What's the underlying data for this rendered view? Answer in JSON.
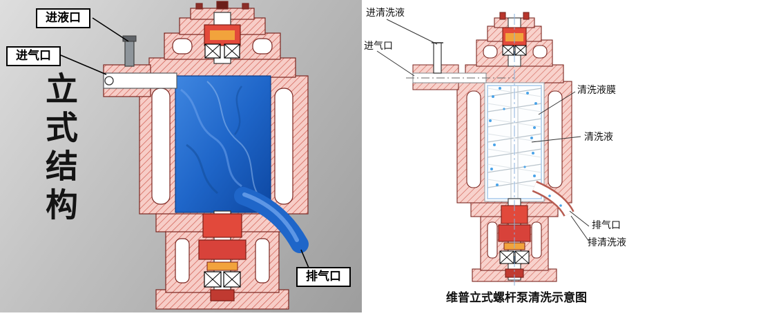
{
  "left_panel": {
    "vertical_title": "立式结构",
    "labels": {
      "liquid_inlet": "进液口",
      "gas_inlet": "进气口",
      "gas_outlet": "排气口"
    }
  },
  "right_panel": {
    "labels": {
      "cleaning_inlet": "进清洗液",
      "gas_inlet": "进气口",
      "cleaning_film": "清洗液膜",
      "cleaning_liquid": "清洗液",
      "gas_outlet": "排气口",
      "cleaning_outlet": "排清洗液"
    },
    "caption": "维普立式螺杆泵清洗示意图"
  },
  "colors": {
    "left_background_top": "#dedede",
    "left_background_bottom": "#9d9d9d",
    "hatch_fill": "#f7cdc7",
    "hatch_line": "#cf5a4e",
    "liquid_blue": "#1f66c9",
    "seal_red": "#e2493b",
    "seal_orange": "#f2a33c"
  }
}
